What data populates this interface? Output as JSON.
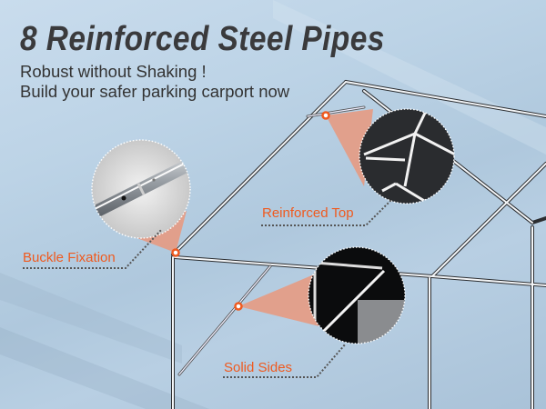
{
  "header": {
    "title": "8 Reinforced Steel Pipes",
    "subtitle_line1": "Robust without Shaking !",
    "subtitle_line2": "Build your safer parking carport now"
  },
  "callouts": [
    {
      "label": "Buckle Fixation",
      "detail": "pipe-buckle-joint-closeup"
    },
    {
      "label": "Reinforced Top",
      "detail": "roof-frame-closeup"
    },
    {
      "label": "Solid Sides",
      "detail": "side-wall-closeup"
    }
  ],
  "colors": {
    "accent": "#ef5a1f",
    "cone": "#e9987c",
    "title": "#3a3a3c",
    "background": "#bcd3e6"
  }
}
